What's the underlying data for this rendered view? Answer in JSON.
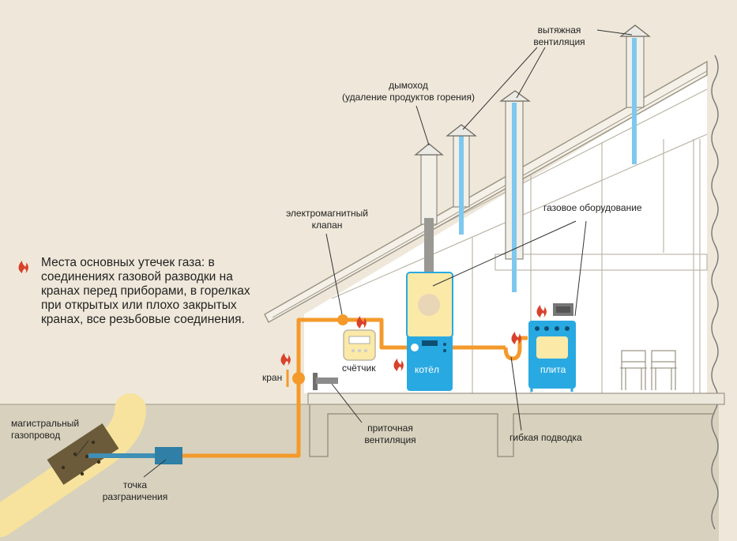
{
  "labels": {
    "exhaust_vent": "вытяжная\nвентиляция",
    "chimney": "дымоход\n(удаление продуктов горения)",
    "em_valve": "электромагнитный\nклапан",
    "gas_equipment": "газовое оборудование",
    "meter": "счётчик",
    "boiler": "котёл",
    "stove": "плита",
    "tap": "кран",
    "main_pipeline": "магистральный\nгазопровод",
    "supply_vent": "приточная\nвентиляция",
    "flex_hose": "гибкая подводка",
    "demarcation": "точка\nразграничения"
  },
  "legend": {
    "text": "Места основных утечек газа: в соединениях газовой разводки на кранах перед приборами, в горелках при открытых или плохо закрытых кранах, все резьбовые соединения.",
    "icon": "flame-icon"
  },
  "colors": {
    "background": "#efe8da",
    "ground": "#d7d1bd",
    "gas_pipe": "#f39a2b",
    "ventilation": "#7ec8ef",
    "appliance_blue": "#29a9e1",
    "boiler_panel": "#fbe9a8",
    "main_pipe": "#f7e39d",
    "flame_red": "#d9412b"
  }
}
